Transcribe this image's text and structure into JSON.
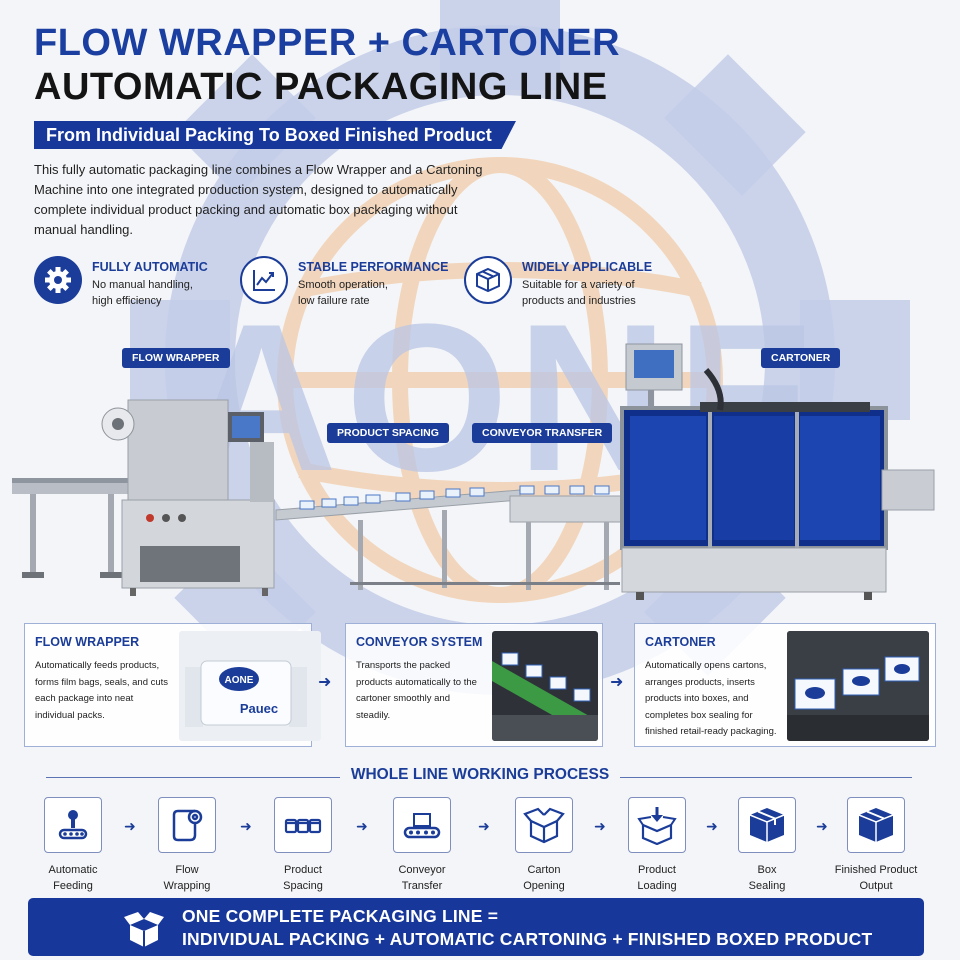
{
  "header": {
    "title_line1": "FLOW WRAPPER + CARTONER",
    "title_line2": "AUTOMATIC PACKAGING LINE",
    "subtitle": "From Individual Packing To Boxed Finished Product",
    "intro": "This fully automatic packaging line combines a Flow Wrapper and a Cartoning Machine into one integrated production system, designed to automatically complete individual product packing and automatic box packaging without manual handling."
  },
  "watermark": {
    "brand": "AONE"
  },
  "features": [
    {
      "icon": "gear-icon",
      "title": "FULLY AUTOMATIC",
      "line1": "No manual handling,",
      "line2": "high efficiency"
    },
    {
      "icon": "chart-icon",
      "title": "STABLE PERFORMANCE",
      "line1": "Smooth operation,",
      "line2": "low failure rate"
    },
    {
      "icon": "box-icon",
      "title": "WIDELY APPLICABLE",
      "line1": "Suitable for a variety of",
      "line2": "products and industries"
    }
  ],
  "machine_labels": {
    "flow_wrapper": "FLOW WRAPPER",
    "product_spacing": "PRODUCT SPACING",
    "conveyor_transfer": "CONVEYOR TRANSFER",
    "cartoner": "CARTONER"
  },
  "product_brand": "AONE",
  "product_text": "Pauec",
  "panels": [
    {
      "title": "FLOW WRAPPER",
      "text": "Automatically feeds products, forms film bags, seals, and cuts each package into neat individual packs."
    },
    {
      "title": "CONVEYOR SYSTEM",
      "text": "Transports the packed products automatically to the cartoner smoothly and steadily."
    },
    {
      "title": "CARTONER",
      "text": "Automatically opens cartons, arranges products, inserts products into boxes, and completes box sealing for finished retail-ready packaging."
    }
  ],
  "process": {
    "title": "WHOLE LINE WORKING PROCESS",
    "steps": [
      {
        "icon": "feeding-icon",
        "line1": "Automatic",
        "line2": "Feeding"
      },
      {
        "icon": "film-roll-icon",
        "line1": "Flow",
        "line2": "Wrapping"
      },
      {
        "icon": "spacing-icon",
        "line1": "Product",
        "line2": "Spacing"
      },
      {
        "icon": "conveyor-icon",
        "line1": "Conveyor",
        "line2": "Transfer"
      },
      {
        "icon": "open-box-icon",
        "line1": "Carton",
        "line2": "Opening"
      },
      {
        "icon": "loading-icon",
        "line1": "Product",
        "line2": "Loading"
      },
      {
        "icon": "sealed-box-icon",
        "line1": "Box",
        "line2": "Sealing"
      },
      {
        "icon": "finished-box-icon",
        "line1": "Finished Product",
        "line2": "Output"
      }
    ],
    "arrow": "➜"
  },
  "footer": {
    "line1": "ONE COMPLETE PACKAGING LINE =",
    "line2": "INDIVIDUAL PACKING + AUTOMATIC CARTONING + FINISHED BOXED PRODUCT"
  },
  "colors": {
    "brand_blue": "#1b3d99",
    "watermark_blue": "#b7c3e3",
    "watermark_orange": "#f0cfae"
  }
}
